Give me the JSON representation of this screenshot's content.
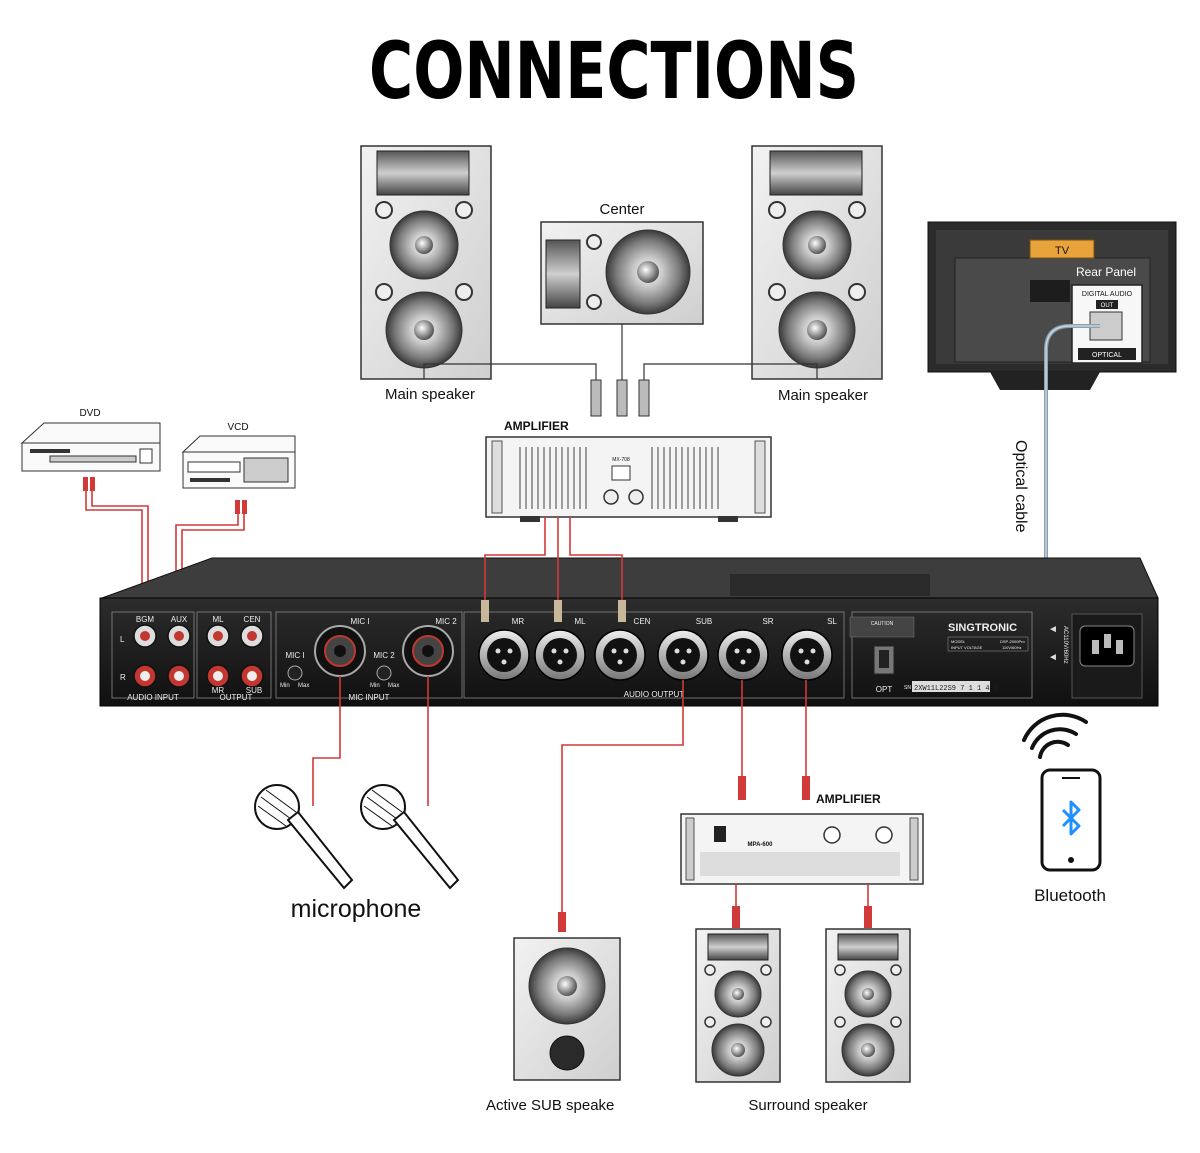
{
  "title": "CONNECTIONS",
  "labels": {
    "center": "Center",
    "main_speaker_left": "Main speaker",
    "main_speaker_right": "Main speaker",
    "amplifier_top": "AMPLIFIER",
    "amplifier_top_model": "MX-708",
    "dvd": "DVD",
    "vcd": "VCD",
    "tv": "TV",
    "rear_panel": "Rear Panel",
    "digital_audio": "DIGITAL AUDIO",
    "out": "OUT",
    "optical": "OPTICAL",
    "optical_cable": "Optical cable",
    "microphone": "microphone",
    "amplifier_bottom": "AMPLIFIER",
    "amplifier_bottom_model": "MPA-600",
    "bluetooth": "Bluetooth",
    "active_sub": "Active SUB speake",
    "surround": "Surround speaker"
  },
  "panel": {
    "brand": "SINGTRONIC",
    "model_label": "MODEL",
    "model_value": "DSP-2000Pro",
    "input_voltage_label": "INPUT VOLTAGE",
    "input_voltage_value": "110V/60Hz",
    "serial_prefix": "SN",
    "serial": "2XW11L22S9 7 1 1 4 8",
    "audio_input": "AUDIO INPUT",
    "output": "OUTPUT",
    "mic_input": "MIC INPUT",
    "audio_output": "AUDIO OUTPUT",
    "bgm": "BGM",
    "aux": "AUX",
    "ml": "ML",
    "cen": "CEN",
    "mr": "MR",
    "sub": "SUB",
    "l": "L",
    "r": "R",
    "mic1": "MIC I",
    "mic2": "MIC 2",
    "mic1_knob": "MIC I",
    "mic2_knob": "MIC 2",
    "min": "Min",
    "max": "Max",
    "xlr_mr": "MR",
    "xlr_ml": "ML",
    "xlr_cen": "CEN",
    "xlr_sub": "SUB",
    "xlr_sr": "SR",
    "xlr_sl": "SL",
    "opt": "OPT",
    "ac": "AC110V/60Hz",
    "caution": "CAUTION"
  }
}
